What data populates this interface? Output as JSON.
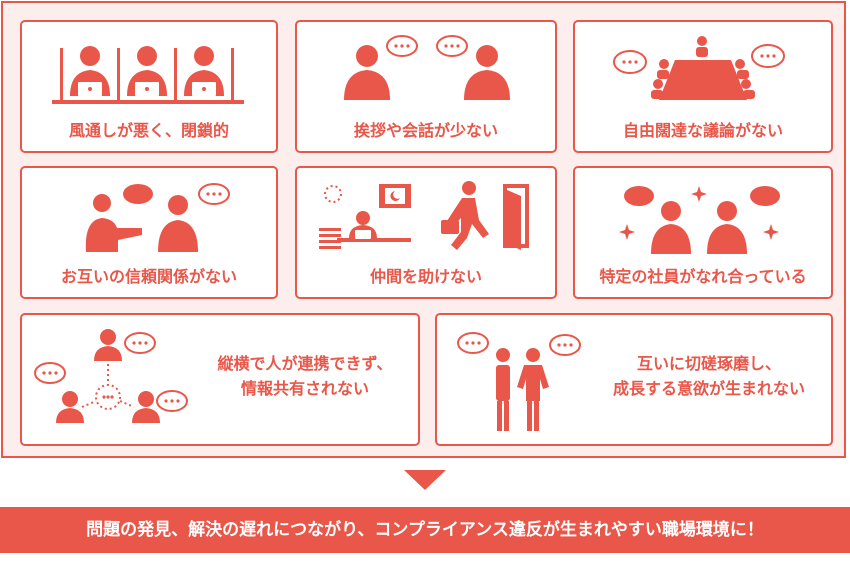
{
  "colors": {
    "accent": "#e8574a",
    "panel_bg": "#fceeec",
    "card_bg": "#ffffff",
    "banner_text": "#ffffff"
  },
  "cards": [
    {
      "caption": "風通しが悪く、閉鎖的",
      "icon": "closed-office-icon"
    },
    {
      "caption": "挨拶や会話が少ない",
      "icon": "two-people-speech-icon"
    },
    {
      "caption": "自由闊達な議論がない",
      "icon": "meeting-table-icon"
    },
    {
      "caption": "お互いの信頼関係がない",
      "icon": "distrust-icon"
    },
    {
      "caption": "仲間を助けない",
      "icon": "leaving-person-icon"
    },
    {
      "caption": "特定の社員がなれ合っている",
      "icon": "cliquey-pair-icon"
    }
  ],
  "wide_cards": [
    {
      "line1": "縦横で人が連携できず、",
      "line2": "情報共有されない",
      "icon": "network-icon"
    },
    {
      "line1": "互いに切磋琢磨し、",
      "line2": "成長する意欲が生まれない",
      "icon": "two-standing-people-icon"
    }
  ],
  "banner": {
    "text": "問題の発見、解決の遅れにつながり、コンプライアンス違反が生まれやすい職場環境に！"
  }
}
